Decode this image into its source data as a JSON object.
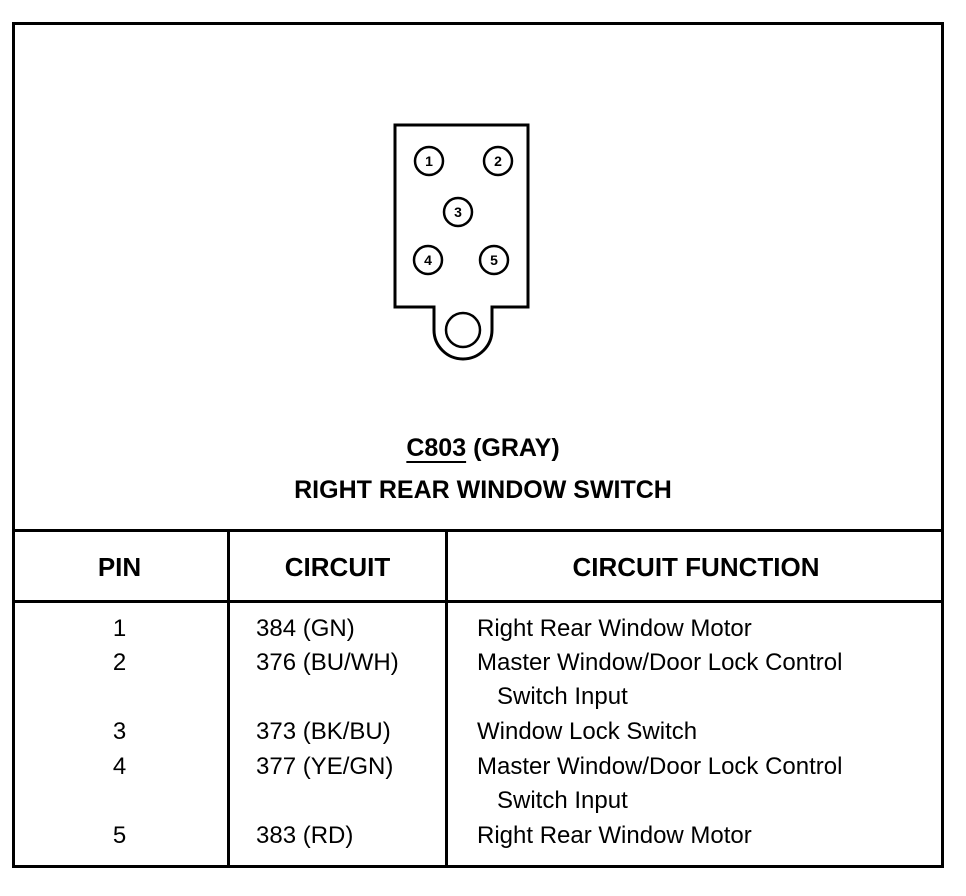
{
  "connector": {
    "id": "C803",
    "color_label": "(GRAY)",
    "description": "RIGHT REAR WINDOW SWITCH",
    "pin_labels": [
      "1",
      "2",
      "3",
      "4",
      "5"
    ]
  },
  "table": {
    "headers": {
      "pin": "PIN",
      "circuit": "CIRCUIT",
      "function": "CIRCUIT FUNCTION"
    },
    "rows": [
      {
        "pin": "1",
        "circuit": "384 (GN)",
        "function": [
          "Right Rear Window Motor"
        ]
      },
      {
        "pin": "2",
        "circuit": "376 (BU/WH)",
        "function": [
          "Master Window/Door Lock Control",
          "Switch Input"
        ]
      },
      {
        "pin": "3",
        "circuit": "373 (BK/BU)",
        "function": [
          "Window Lock Switch"
        ]
      },
      {
        "pin": "4",
        "circuit": "377 (YE/GN)",
        "function": [
          "Master Window/Door Lock Control",
          "Switch Input"
        ]
      },
      {
        "pin": "5",
        "circuit": "383 (RD)",
        "function": [
          "Right Rear Window Motor"
        ]
      }
    ]
  }
}
